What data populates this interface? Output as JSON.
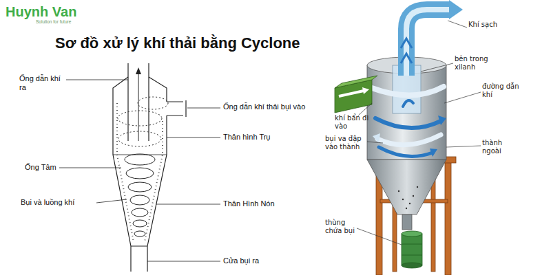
{
  "diagram": {
    "title": "Sơ đồ xử lý khí thải bằng Cyclone",
    "labels": [
      "Huynh Van",
      "Solution for future",
      "Ống dẫn khí ra",
      "Ống dẫn khí thải bụi vào",
      "Thân hình Trụ",
      "Ống Tâm",
      "Bụi và luồng khí",
      "Thân Hình Nón",
      "Cửa bụi ra",
      "Khí sạch",
      "bên trong xilanh",
      "khí bẩn đi vào",
      "đường dẫn khí",
      "bụi va đập vào thành",
      "thành ngoài",
      "thùng chứa bụi"
    ]
  }
}
